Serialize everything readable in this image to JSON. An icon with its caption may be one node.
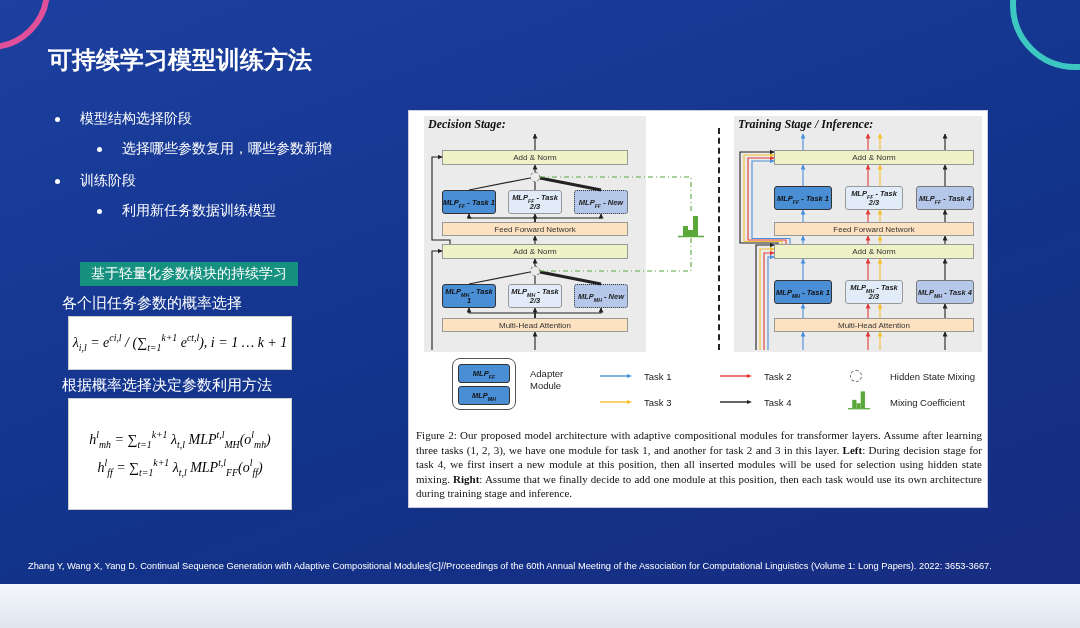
{
  "diagram": {
    "title": "可持续学习模型训练方法",
    "caption": "Figure 2: Our proposed model architecture with adaptive compositional modules for transformer layers. Assume after learning three tasks (1, 2, 3), we have one module for task 1, and another for task 2 and 3 in this layer. **Left**: During decision stage for task 4, we first insert a new module at this position, then all inserted modules will be used for selection using hidden state mixing. **Right**: Assume that we finally decide to add one module at this position, then each task would use its own architecture during training stage and inference.",
    "nodes": [
      {
        "text": [
          "基于轻量化参数模块的持续学习"
        ]
      },
      {
        "text": [
          "λ$_{i,l}$ = e$^{ci,l}$ / (∑$_{t=1}$$^{k+1}$ e$^{ct,l}$), i = 1 … k + 1"
        ]
      },
      {
        "text": [
          "h$^{l}$$_{mh}$ = ∑$_{t=1}$$^{k+1}$ λ$_{t,l}$ MLP$^{t,l}$$_{MH}$(o$^{l}$$_{mh}$)",
          "h$^{l}$$_{ff}$ = ∑$_{t=1}$$^{k+1}$ λ$_{t,l}$ MLP$^{t,l}$$_{FF}$(o$^{l}$$_{ff}$)"
        ]
      },
      {
        "text": [
          "Decision Stage:"
        ]
      },
      {
        "text": [
          "Add & Norm"
        ],
        "in": 3
      },
      {
        "text": [],
        "shape": "circle",
        "in": 3
      },
      {
        "text": [
          "MLP$_{FF}$ - Task 1"
        ],
        "in": 3
      },
      {
        "text": [
          "MLP$_{FF}$ - Task 2/3"
        ],
        "in": 3
      },
      {
        "text": [
          "MLP$_{FF}$ - New"
        ],
        "in": 3
      },
      {
        "text": [
          "Feed Forward Network"
        ],
        "in": 3
      },
      {
        "text": [
          "Add & Norm"
        ],
        "in": 3
      },
      {
        "text": [],
        "shape": "circle",
        "in": 3
      },
      {
        "text": [
          "MLP$_{MH}$ - Task 1"
        ],
        "in": 3
      },
      {
        "text": [
          "MLP$_{MH}$ - Task 2/3"
        ],
        "in": 3
      },
      {
        "text": [
          "MLP$_{MH}$ - New"
        ],
        "in": 3
      },
      {
        "text": [
          "Multi-Head Attention"
        ],
        "in": 3
      },
      {
        "text": [],
        "shape": "bar"
      },
      {
        "text": [
          "Training Stage / Inference:"
        ]
      },
      {
        "text": [
          "Add & Norm"
        ],
        "in": 17
      },
      {
        "text": [
          "MLP$_{FF}$ - Task 1"
        ],
        "in": 17
      },
      {
        "text": [
          "MLP$_{FF}$ - Task 2/3"
        ],
        "in": 17
      },
      {
        "text": [
          "MLP$_{FF}$ - Task 4"
        ],
        "in": 17
      },
      {
        "text": [
          "Feed Forward Network"
        ],
        "in": 17
      },
      {
        "text": [
          "Add & Norm"
        ],
        "in": 17
      },
      {
        "text": [
          "MLP$_{MH}$ - Task 1"
        ],
        "in": 17
      },
      {
        "text": [
          "MLP$_{MH}$ - Task 2/3"
        ],
        "in": 17
      },
      {
        "text": [
          "MLP$_{MH}$ - Task 4"
        ],
        "in": 17
      },
      {
        "text": [
          "Multi-Head Attention"
        ],
        "in": 17
      },
      {
        "text": [],
        "shape": "box",
        "beside": [
          "Adapter Module"
        ]
      },
      {
        "text": [
          "MLP$_{FF}$"
        ],
        "in": 28
      },
      {
        "text": [
          "MLP$_{MH}$"
        ],
        "in": 28
      }
    ],
    "edges": [
      {
        "from": null,
        "to": 15,
        "arrow": "to"
      },
      {
        "from": null,
        "to": 10,
        "arrow": "to"
      },
      {
        "from": 15,
        "to": 12,
        "arrow": "to"
      },
      {
        "from": 15,
        "to": 13,
        "arrow": "to"
      },
      {
        "from": 15,
        "to": 14,
        "arrow": "to"
      },
      {
        "from": 12,
        "to": 11,
        "arrow": "none"
      },
      {
        "from": 13,
        "to": 11,
        "arrow": "none"
      },
      {
        "from": 14,
        "to": 11,
        "arrow": "none",
        "style": "thick"
      },
      {
        "from": 11,
        "to": 10,
        "arrow": "to"
      },
      {
        "from": 10,
        "to": 9,
        "arrow": "to"
      },
      {
        "from": 10,
        "to": 4,
        "arrow": "to"
      },
      {
        "from": 9,
        "to": 6,
        "arrow": "to"
      },
      {
        "from": 9,
        "to": 7,
        "arrow": "to"
      },
      {
        "from": 9,
        "to": 8,
        "arrow": "to"
      },
      {
        "from": 6,
        "to": 5,
        "arrow": "none"
      },
      {
        "from": 7,
        "to": 5,
        "arrow": "none"
      },
      {
        "from": 8,
        "to": 5,
        "arrow": "none",
        "style": "thick"
      },
      {
        "from": 5,
        "to": 4,
        "arrow": "to"
      },
      {
        "from": 4,
        "to": null,
        "arrow": "to"
      },
      {
        "from": 5,
        "to": 16,
        "arrow": "none",
        "style": "dashed",
        "color": "#5aa83a"
      },
      {
        "from": 16,
        "to": 11,
        "arrow": "none",
        "style": "dashed",
        "color": "#5aa83a"
      },
      {
        "from": null,
        "to": 27,
        "arrow": "to",
        "color": "#4a90d9"
      },
      {
        "from": null,
        "to": 27,
        "arrow": "to",
        "color": "#e03a3a"
      },
      {
        "from": null,
        "to": 27,
        "arrow": "to",
        "color": "#f5c02a"
      },
      {
        "from": null,
        "to": 27,
        "arrow": "to"
      },
      {
        "from": 27,
        "to": 24,
        "arrow": "to",
        "color": "#4a90d9"
      },
      {
        "from": 27,
        "to": 25,
        "arrow": "to",
        "color": "#e03a3a"
      },
      {
        "from": 27,
        "to": 25,
        "arrow": "to",
        "color": "#f5c02a"
      },
      {
        "from": 27,
        "to": 26,
        "arrow": "to"
      },
      {
        "from": 24,
        "to": 23,
        "arrow": "to",
        "color": "#4a90d9"
      },
      {
        "from": 25,
        "to": 23,
        "arrow": "to",
        "color": "#e03a3a"
      },
      {
        "from": 25,
        "to": 23,
        "arrow": "to",
        "color": "#f5c02a"
      },
      {
        "from": 26,
        "to": 23,
        "arrow": "to"
      },
      {
        "from": null,
        "to": 23,
        "arrow": "to",
        "color": "#4a90d9"
      },
      {
        "from": null,
        "to": 23,
        "arrow": "to",
        "color": "#e03a3a"
      },
      {
        "from": null,
        "to": 23,
        "arrow": "to",
        "color": "#f5c02a"
      },
      {
        "from": null,
        "to": 23,
        "arrow": "to"
      },
      {
        "from": 23,
        "to": 22,
        "arrow": "to",
        "color": "#4a90d9"
      },
      {
        "from": 23,
        "to": 22,
        "arrow": "to",
        "color": "#e03a3a"
      },
      {
        "from": 23,
        "to": 22,
        "arrow": "to",
        "color": "#f5c02a"
      },
      {
        "from": 23,
        "to": 22,
        "arrow": "to"
      },
      {
        "from": 22,
        "to": 19,
        "arrow": "to",
        "color": "#4a90d9"
      },
      {
        "from": 22,
        "to": 20,
        "arrow": "to",
        "color": "#e03a3a"
      },
      {
        "from": 22,
        "to": 20,
        "arrow": "to",
        "color": "#f5c02a"
      },
      {
        "from": 22,
        "to": 21,
        "arrow": "to"
      },
      {
        "from": 19,
        "to": 18,
        "arrow": "to",
        "color": "#4a90d9"
      },
      {
        "from": 20,
        "to": 18,
        "arrow": "to",
        "color": "#e03a3a"
      },
      {
        "from": 20,
        "to": 18,
        "arrow": "to",
        "color": "#f5c02a"
      },
      {
        "from": 21,
        "to": 18,
        "arrow": "to"
      },
      {
        "from": 23,
        "to": 18,
        "arrow": "to",
        "color": "#4a90d9"
      },
      {
        "from": 23,
        "to": 18,
        "arrow": "to",
        "color": "#e03a3a"
      },
      {
        "from": 23,
        "to": 18,
        "arrow": "to",
        "color": "#f5c02a"
      },
      {
        "from": 23,
        "to": 18,
        "arrow": "to"
      },
      {
        "from": 18,
        "to": null,
        "arrow": "to",
        "color": "#4a90d9"
      },
      {
        "from": 18,
        "to": null,
        "arrow": "to",
        "color": "#e03a3a"
      },
      {
        "from": 18,
        "to": null,
        "arrow": "to",
        "color": "#f5c02a"
      },
      {
        "from": 18,
        "to": null,
        "arrow": "to"
      }
    ],
    "labels": [
      "模型结构选择阶段",
      "选择哪些参数复用，哪些参数新增",
      "训练阶段",
      "利用新任务数据训练模型",
      "各个旧任务参数的概率选择",
      "根据概率选择决定参数利用方法",
      "Zhang Y, Wang X, Yang D. Continual Sequence Generation with Adaptive Compositional Modules[C]//Proceedings of the 60th Annual Meeting of the Association for Computational Linguistics (Volume 1: Long Papers). 2022: 3653-3667."
    ],
    "legend": [
      {
        "text": "Task 1"
      },
      {
        "text": "Task 2"
      },
      {
        "text": "Hidden State Mixing"
      },
      {
        "text": "Task 3"
      },
      {
        "text": "Task 4"
      },
      {
        "text": "Mixing Coefficient"
      }
    ]
  }
}
